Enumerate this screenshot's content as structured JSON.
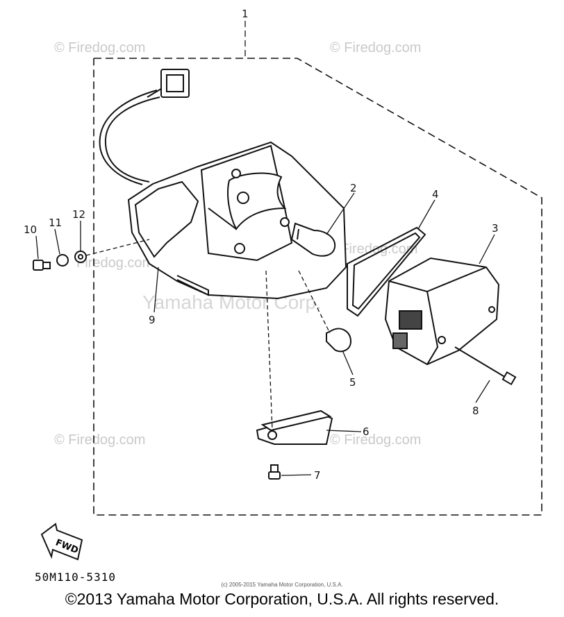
{
  "diagram": {
    "assembly_label": "1",
    "callouts": [
      "2",
      "3",
      "4",
      "5",
      "6",
      "7",
      "8",
      "9",
      "10",
      "11",
      "12"
    ],
    "fwd_label": "FWD",
    "part_code": "50M110-5310"
  },
  "watermarks": {
    "firedog": "© Firedog.com",
    "firedog_alt": "Firedog.com",
    "brand": "Yamaha Motor Corp."
  },
  "footer": {
    "small_copyright": "(c) 2005-2015 Yamaha Motor Corporation, U.S.A.",
    "copyright": "©2013 Yamaha Motor Corporation, U.S.A. All rights reserved."
  }
}
